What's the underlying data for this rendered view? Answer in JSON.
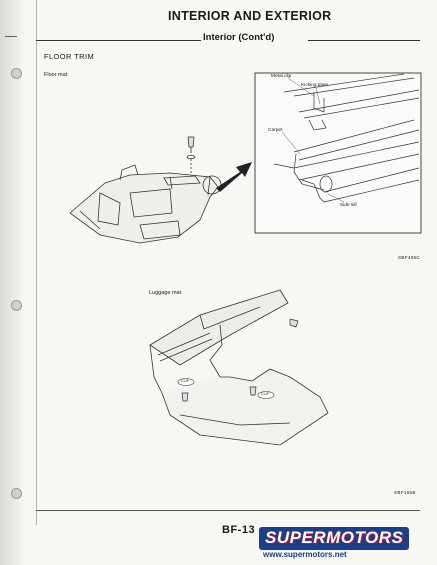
{
  "header": {
    "title": "INTERIOR AND EXTERIOR",
    "subtitle": "Interior (Cont'd)"
  },
  "section": {
    "heading": "FLOOR TRIM"
  },
  "floor_mat": {
    "label": "Floor mat",
    "callouts": {
      "metal_clip": "Metal clip",
      "kicking_plate": "Kicking plate",
      "carpet": "Carpet",
      "side_sill": "Side sill"
    },
    "ref": "SBF406C"
  },
  "luggage_mat": {
    "label": "Luggage mat",
    "clip_labels": [
      "CLIP",
      "CLIP"
    ],
    "ref": "SBF165B"
  },
  "footer": {
    "page_number": "BF-13"
  },
  "watermark": {
    "logo": "SUPERMOTORS",
    "url": "www.supermotors.net"
  }
}
